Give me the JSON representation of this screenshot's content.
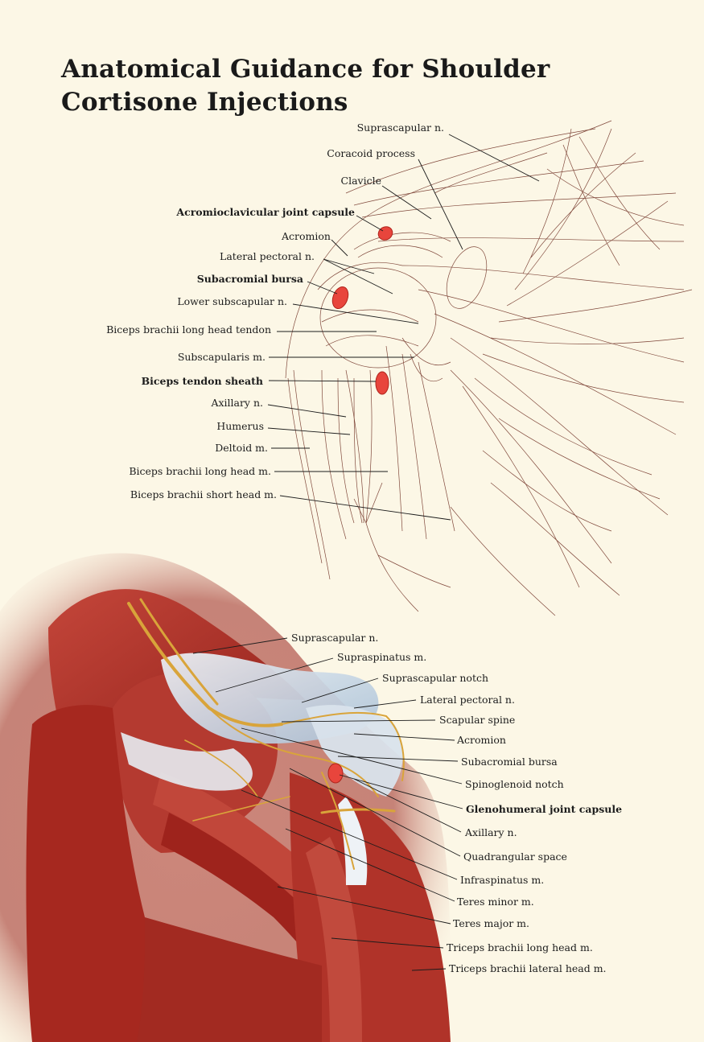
{
  "title": {
    "line1": "Anatomical Guidance for Shoulder",
    "line2": "Cortisone Injections"
  },
  "upper_labels": [
    {
      "id": "suprascapular-n",
      "text": "Suprascapular n.",
      "bold": false
    },
    {
      "id": "coracoid-process",
      "text": "Coracoid process",
      "bold": false
    },
    {
      "id": "clavicle",
      "text": "Clavicle",
      "bold": false
    },
    {
      "id": "ac-joint-capsule",
      "text": "Acromioclavicular joint capsule",
      "bold": true
    },
    {
      "id": "acromion",
      "text": "Acromion",
      "bold": false
    },
    {
      "id": "lateral-pectoral-n",
      "text": "Lateral pectoral n.",
      "bold": false
    },
    {
      "id": "subacromial-bursa",
      "text": "Subacromial bursa",
      "bold": true
    },
    {
      "id": "lower-subscapular-n",
      "text": "Lower subscapular n.",
      "bold": false
    },
    {
      "id": "biceps-long-head-tendon",
      "text": "Biceps brachii long head tendon",
      "bold": false
    },
    {
      "id": "subscapularis-m",
      "text": "Subscapularis m.",
      "bold": false
    },
    {
      "id": "biceps-tendon-sheath",
      "text": "Biceps tendon sheath",
      "bold": true
    },
    {
      "id": "axillary-n",
      "text": "Axillary n.",
      "bold": false
    },
    {
      "id": "humerus",
      "text": "Humerus",
      "bold": false
    },
    {
      "id": "deltoid-m",
      "text": "Deltoid m.",
      "bold": false
    },
    {
      "id": "biceps-long-head-m",
      "text": "Biceps brachii long head m.",
      "bold": false
    },
    {
      "id": "biceps-short-head-m",
      "text": "Biceps brachii short head m.",
      "bold": false
    }
  ],
  "lower_labels": [
    {
      "id": "suprascapular-n-2",
      "text": "Suprascapular n.",
      "bold": false
    },
    {
      "id": "supraspinatus-m",
      "text": "Supraspinatus m.",
      "bold": false
    },
    {
      "id": "suprascapular-notch",
      "text": "Suprascapular notch",
      "bold": false
    },
    {
      "id": "lateral-pectoral-n-2",
      "text": "Lateral pectoral n.",
      "bold": false
    },
    {
      "id": "scapular-spine",
      "text": "Scapular spine",
      "bold": false
    },
    {
      "id": "acromion-2",
      "text": "Acromion",
      "bold": false
    },
    {
      "id": "subacromial-bursa-2",
      "text": "Subacromial bursa",
      "bold": false
    },
    {
      "id": "spinoglenoid-notch",
      "text": "Spinoglenoid notch",
      "bold": false
    },
    {
      "id": "glenohumeral-joint-capsule",
      "text": "Glenohumeral joint capsule",
      "bold": true
    },
    {
      "id": "axillary-n-2",
      "text": "Axillary n.",
      "bold": false
    },
    {
      "id": "quadrangular-space",
      "text": "Quadrangular space",
      "bold": false
    },
    {
      "id": "infraspinatus-m",
      "text": "Infraspinatus m.",
      "bold": false
    },
    {
      "id": "teres-minor-m",
      "text": "Teres minor m.",
      "bold": false
    },
    {
      "id": "teres-major-m",
      "text": "Teres major m.",
      "bold": false
    },
    {
      "id": "triceps-long-head-m",
      "text": "Triceps brachii long head m.",
      "bold": false
    },
    {
      "id": "triceps-lateral-head-m",
      "text": "Triceps brachii lateral head m.",
      "bold": false
    }
  ],
  "colors": {
    "background": "#fcf7e6",
    "injection_site": "#e8453c",
    "sketch_line": "#6b2a1e",
    "muscle": "#b8332a",
    "nerve": "#d9a43a",
    "tendon": "#c9d7e6"
  }
}
